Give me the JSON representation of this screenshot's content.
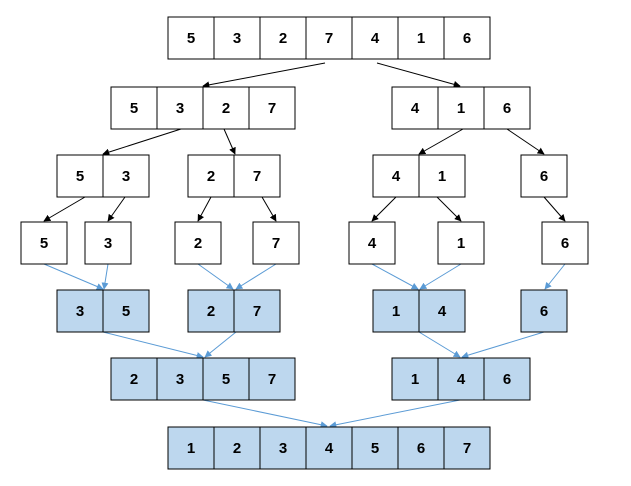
{
  "colors": {
    "split_fill": "#ffffff",
    "merge_fill": "#bdd7ee",
    "split_arrow": "#000000",
    "merge_arrow": "#5b9bd5",
    "border": "#000000"
  },
  "arrays": {
    "split_l0": [
      "5",
      "3",
      "2",
      "7",
      "4",
      "1",
      "6"
    ],
    "split_l1a": [
      "5",
      "3",
      "2",
      "7"
    ],
    "split_l1b": [
      "4",
      "1",
      "6"
    ],
    "split_l2a": [
      "5",
      "3"
    ],
    "split_l2b": [
      "2",
      "7"
    ],
    "split_l2c": [
      "4",
      "1"
    ],
    "split_l2d": [
      "6"
    ],
    "leaf_a": [
      "5"
    ],
    "leaf_b": [
      "3"
    ],
    "leaf_c": [
      "2"
    ],
    "leaf_d": [
      "7"
    ],
    "leaf_e": [
      "4"
    ],
    "leaf_f": [
      "1"
    ],
    "leaf_g": [
      "6"
    ],
    "merge_l1a": [
      "3",
      "5"
    ],
    "merge_l1b": [
      "2",
      "7"
    ],
    "merge_l1c": [
      "1",
      "4"
    ],
    "merge_l1d": [
      "6"
    ],
    "merge_l2a": [
      "2",
      "3",
      "5",
      "7"
    ],
    "merge_l2b": [
      "1",
      "4",
      "6"
    ],
    "merge_l3": [
      "1",
      "2",
      "3",
      "4",
      "5",
      "6",
      "7"
    ]
  }
}
